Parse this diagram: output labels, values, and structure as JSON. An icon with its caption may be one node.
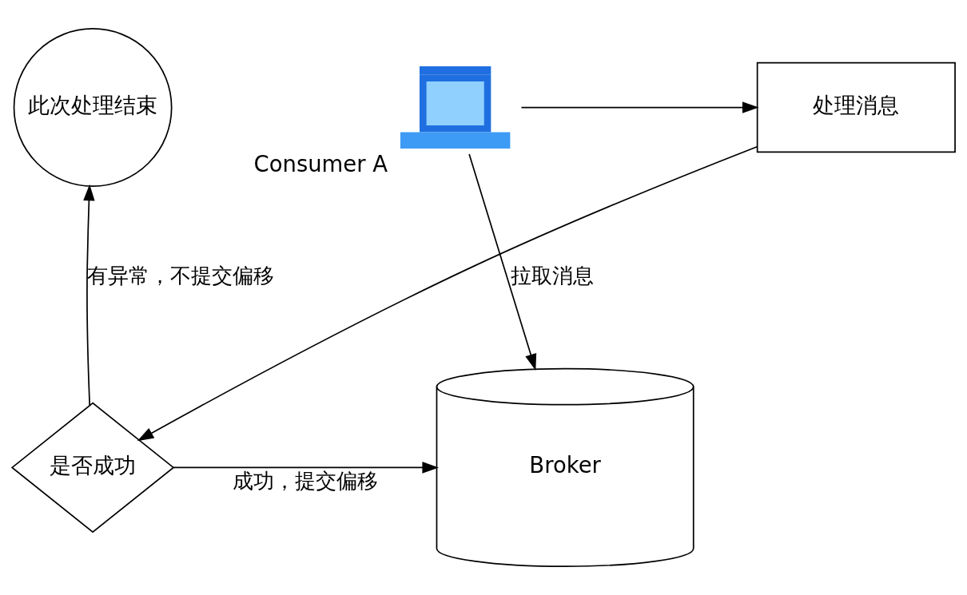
{
  "diagram": {
    "nodes": [
      {
        "text": [
          "Broker"
        ]
      },
      {
        "text": [],
        "shape": "picture",
        "beside": [
          "Consumer A"
        ]
      },
      {
        "text": [
          "处理消息"
        ]
      },
      {
        "text": [
          "是否成功"
        ]
      },
      {
        "text": [
          "此次处理结束"
        ]
      }
    ],
    "edges": [
      {
        "from": 1,
        "to": 0,
        "arrow": "to",
        "label": "拉取消息"
      },
      {
        "from": 1,
        "to": 2,
        "arrow": "to"
      },
      {
        "from": 2,
        "to": 3,
        "arrow": "to"
      },
      {
        "from": 3,
        "to": 0,
        "arrow": "to",
        "label": "成功，提交偏移"
      },
      {
        "from": 3,
        "to": 4,
        "arrow": "to",
        "label": "有异常，不提交偏移"
      }
    ]
  }
}
